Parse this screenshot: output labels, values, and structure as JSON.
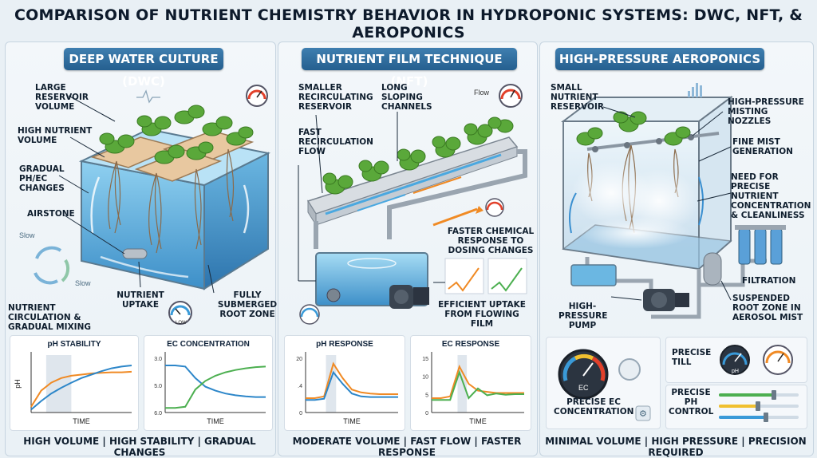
{
  "title": "COMPARISON OF NUTRIENT CHEMISTRY BEHAVIOR IN HYDROPONIC SYSTEMS: DWC, NFT, & AEROPONICS",
  "panels": {
    "dwc": {
      "title": "DEEP WATER CULTURE (DWC)",
      "labels": {
        "reservoir": "LARGE RESERVOIR VOLUME",
        "volume": "HIGH NUTRIENT VOLUME",
        "gradual": "GRADUAL pH/EC CHANGES",
        "airstone": "AIRSTONE",
        "uptake": "NUTRIENT UPTAKE",
        "submerged": "FULLY SUBMERGED ROOT ZONE",
        "circulation": "NUTRIENT CIRCULATION & GRADUAL MIXING",
        "slow1": "Slow",
        "slow2": "Slow",
        "gauge_low": "LOW"
      },
      "footer": "HIGH VOLUME | HIGH STABILITY | GRADUAL CHANGES"
    },
    "nft": {
      "title": "NUTRIENT FILM TECHNIQUE (NFT)",
      "labels": {
        "reservoir": "SMALLER RECIRCULATING RESERVOIR",
        "channels": "LONG SLOPING CHANNELS",
        "flow": "FAST RECIRCULATION FLOW",
        "response": "FASTER CHEMICAL RESPONSE TO DOSING CHANGES",
        "uptake": "EFFICIENT UPTAKE FROM FLOWING FILM",
        "gauge_flow": "Flow"
      },
      "footer": "MODERATE VOLUME | FAST FLOW | FASTER RESPONSE"
    },
    "aero": {
      "title": "HIGH-PRESSURE AEROPONICS",
      "labels": {
        "reservoir": "SMALL NUTRIENT RESERVOIR",
        "nozzles": "HIGH-PRESSURE MISTING NOZZLES",
        "mist": "FINE MIST GENERATION",
        "precise": "NEED FOR PRECISE NUTRIENT CONCENTRATION & CLEANLINESS",
        "filtration": "FILTRATION",
        "pump": "HIGH-PRESSURE PUMP",
        "suspended": "SUSPENDED ROOT ZONE IN AEROSOL MIST"
      },
      "controls": {
        "ec_gauge": "EC",
        "ph_gauge": "pH",
        "ec_label": "PRECISE EC CONCENTRATION",
        "till_label": "PRECISE TILL",
        "ph_label": "PRECISE pH CONTROL"
      },
      "footer": "MINIMAL VOLUME | HIGH PRESSURE | PRECISION REQUIRED"
    }
  },
  "colors": {
    "accent_blue": "#2f6fa3",
    "water": "#5fb0e0",
    "series_orange": "#f08a24",
    "series_blue": "#2c86c9",
    "series_green": "#4caf50",
    "leaf": "#5aa83a"
  },
  "chart_data": [
    {
      "id": "ph_stability",
      "type": "line",
      "title": "pH STABILITY",
      "xlabel": "TIME",
      "ylabel": "pH",
      "x": [
        0,
        1,
        2,
        3,
        4,
        5,
        6,
        7,
        8,
        9,
        10
      ],
      "series": [
        {
          "color": "#f08a24",
          "values": [
            0.1,
            0.38,
            0.52,
            0.6,
            0.64,
            0.66,
            0.68,
            0.69,
            0.7,
            0.7,
            0.71
          ]
        },
        {
          "color": "#2c86c9",
          "values": [
            0.05,
            0.2,
            0.33,
            0.43,
            0.52,
            0.6,
            0.66,
            0.72,
            0.77,
            0.8,
            0.82
          ]
        }
      ],
      "shade": [
        1.5,
        4.0
      ],
      "grid": false
    },
    {
      "id": "ec_concentration",
      "type": "line",
      "title": "EC CONCENTRATION",
      "xlabel": "TIME",
      "yticks": [
        "3.0",
        "5.0",
        "6.0"
      ],
      "x": [
        0,
        1,
        2,
        3,
        4,
        5,
        6,
        7,
        8,
        9,
        10
      ],
      "series": [
        {
          "color": "#2c86c9",
          "values": [
            0.82,
            0.82,
            0.8,
            0.6,
            0.45,
            0.38,
            0.33,
            0.3,
            0.28,
            0.27,
            0.27
          ]
        },
        {
          "color": "#4caf50",
          "values": [
            0.08,
            0.08,
            0.1,
            0.4,
            0.55,
            0.64,
            0.7,
            0.74,
            0.77,
            0.79,
            0.8
          ]
        }
      ],
      "grid": false
    },
    {
      "id": "ph_response",
      "type": "line",
      "title": "pH RESPONSE",
      "xlabel": "TIME",
      "yticks": [
        "20",
        ".4",
        "0"
      ],
      "x": [
        0,
        1,
        2,
        3,
        4,
        5,
        6,
        7,
        8,
        9,
        10
      ],
      "series": [
        {
          "color": "#f08a24",
          "values": [
            0.25,
            0.25,
            0.28,
            0.85,
            0.6,
            0.4,
            0.35,
            0.33,
            0.32,
            0.32,
            0.32
          ]
        },
        {
          "color": "#2c86c9",
          "values": [
            0.22,
            0.22,
            0.24,
            0.7,
            0.5,
            0.33,
            0.28,
            0.27,
            0.27,
            0.27,
            0.27
          ]
        }
      ],
      "shade": [
        2.2,
        3.3
      ],
      "grid": false
    },
    {
      "id": "ec_response",
      "type": "line",
      "title": "EC RESPONSE",
      "xlabel": "TIME",
      "yticks": [
        "15",
        "10",
        "5",
        "0"
      ],
      "x": [
        0,
        1,
        2,
        3,
        4,
        5,
        6,
        7,
        8,
        9,
        10
      ],
      "series": [
        {
          "color": "#f08a24",
          "values": [
            0.25,
            0.25,
            0.28,
            0.8,
            0.5,
            0.38,
            0.36,
            0.34,
            0.34,
            0.34,
            0.34
          ]
        },
        {
          "color": "#4caf50",
          "values": [
            0.22,
            0.22,
            0.22,
            0.7,
            0.25,
            0.42,
            0.3,
            0.33,
            0.31,
            0.32,
            0.32
          ]
        }
      ],
      "shade": [
        2.8,
        3.8
      ],
      "grid": false
    }
  ]
}
